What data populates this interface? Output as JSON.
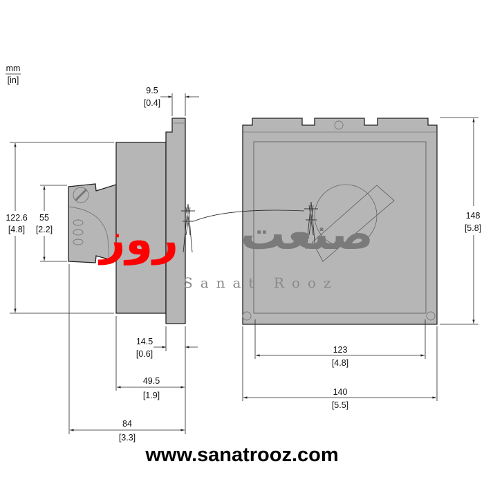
{
  "units": {
    "primary": "mm",
    "secondary": "[in]"
  },
  "dimensions": {
    "flange_depth": {
      "mm": "9.5",
      "in": "[0.4]"
    },
    "overall_height": {
      "mm": "122.6",
      "in": "[4.8]"
    },
    "knob_height": {
      "mm": "55",
      "in": "[2.2]"
    },
    "front_height": {
      "mm": "148",
      "in": "[5.8]"
    },
    "flange_offset": {
      "mm": "14.5",
      "in": "[0.6]"
    },
    "body_depth": {
      "mm": "49.5",
      "in": "[1.9]"
    },
    "total_depth": {
      "mm": "84",
      "in": "[3.3]"
    },
    "mount_spacing": {
      "mm": "123",
      "in": "[4.8]"
    },
    "front_width": {
      "mm": "140",
      "in": "[5.5]"
    }
  },
  "watermark": {
    "persian_gray": "صنعت",
    "persian_red": "روز",
    "latin": "Sanat Rooz"
  },
  "website": "www.sanatrooz.com",
  "colors": {
    "body": "#b6b6b6",
    "brand_red": "#ff0000"
  }
}
